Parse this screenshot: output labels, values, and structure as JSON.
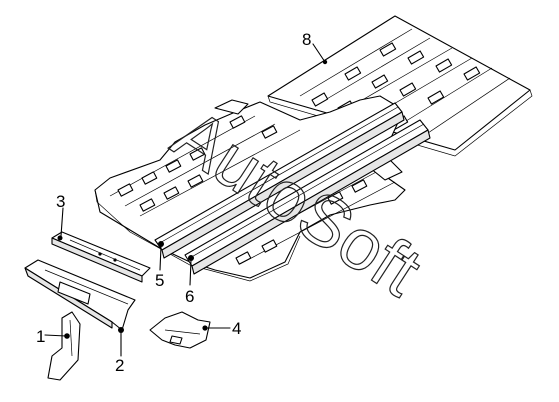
{
  "watermark": "AutoSoft",
  "callouts": [
    {
      "id": "1",
      "part": "1"
    },
    {
      "id": "2",
      "part": "2"
    },
    {
      "id": "3",
      "part": "3"
    },
    {
      "id": "4",
      "part": "4"
    },
    {
      "id": "5",
      "part": "5"
    },
    {
      "id": "6",
      "part": "6"
    },
    {
      "id": "8",
      "part": "8"
    }
  ]
}
